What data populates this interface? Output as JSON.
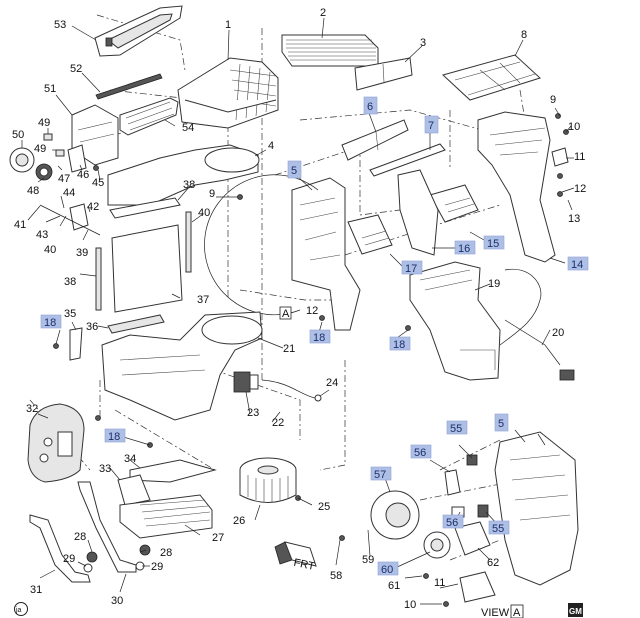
{
  "diagram": {
    "title": "HVAC module assembly exploded view",
    "highlight_color": "#aebfe6",
    "view_label": "VIEW",
    "view_ref": "A",
    "frt_label": "FRT",
    "brand_badge": "GM",
    "footer_code": "ja",
    "callouts": [
      {
        "id": "c1",
        "text": "1",
        "highlighted": false
      },
      {
        "id": "c2",
        "text": "2",
        "highlighted": false
      },
      {
        "id": "c3",
        "text": "3",
        "highlighted": false
      },
      {
        "id": "c4",
        "text": "4",
        "highlighted": false
      },
      {
        "id": "c5a",
        "text": "5",
        "highlighted": true
      },
      {
        "id": "c5b",
        "text": "5",
        "highlighted": true
      },
      {
        "id": "c6",
        "text": "6",
        "highlighted": true
      },
      {
        "id": "c7",
        "text": "7",
        "highlighted": true
      },
      {
        "id": "c8",
        "text": "8",
        "highlighted": false
      },
      {
        "id": "c9a",
        "text": "9",
        "highlighted": false
      },
      {
        "id": "c9b",
        "text": "9",
        "highlighted": false
      },
      {
        "id": "c10a",
        "text": "10",
        "highlighted": false
      },
      {
        "id": "c10b",
        "text": "10",
        "highlighted": false
      },
      {
        "id": "c11a",
        "text": "11",
        "highlighted": false
      },
      {
        "id": "c11b",
        "text": "11",
        "highlighted": false
      },
      {
        "id": "c12a",
        "text": "12",
        "highlighted": false
      },
      {
        "id": "c12b",
        "text": "12",
        "highlighted": false
      },
      {
        "id": "c13",
        "text": "13",
        "highlighted": false
      },
      {
        "id": "c14",
        "text": "14",
        "highlighted": true
      },
      {
        "id": "c15",
        "text": "15",
        "highlighted": true
      },
      {
        "id": "c16",
        "text": "16",
        "highlighted": true
      },
      {
        "id": "c17",
        "text": "17",
        "highlighted": true
      },
      {
        "id": "c18a",
        "text": "18",
        "highlighted": true
      },
      {
        "id": "c18b",
        "text": "18",
        "highlighted": true
      },
      {
        "id": "c18c",
        "text": "18",
        "highlighted": true
      },
      {
        "id": "c18d",
        "text": "18",
        "highlighted": true
      },
      {
        "id": "c19",
        "text": "19",
        "highlighted": false
      },
      {
        "id": "c20",
        "text": "20",
        "highlighted": false
      },
      {
        "id": "c21",
        "text": "21",
        "highlighted": false
      },
      {
        "id": "c22",
        "text": "22",
        "highlighted": false
      },
      {
        "id": "c23",
        "text": "23",
        "highlighted": false
      },
      {
        "id": "c24",
        "text": "24",
        "highlighted": false
      },
      {
        "id": "c25",
        "text": "25",
        "highlighted": false
      },
      {
        "id": "c26",
        "text": "26",
        "highlighted": false
      },
      {
        "id": "c27",
        "text": "27",
        "highlighted": false
      },
      {
        "id": "c28a",
        "text": "28",
        "highlighted": false
      },
      {
        "id": "c28b",
        "text": "28",
        "highlighted": false
      },
      {
        "id": "c29a",
        "text": "29",
        "highlighted": false
      },
      {
        "id": "c29b",
        "text": "29",
        "highlighted": false
      },
      {
        "id": "c30",
        "text": "30",
        "highlighted": false
      },
      {
        "id": "c31",
        "text": "31",
        "highlighted": false
      },
      {
        "id": "c32",
        "text": "32",
        "highlighted": false
      },
      {
        "id": "c33",
        "text": "33",
        "highlighted": false
      },
      {
        "id": "c34",
        "text": "34",
        "highlighted": false
      },
      {
        "id": "c35",
        "text": "35",
        "highlighted": false
      },
      {
        "id": "c36",
        "text": "36",
        "highlighted": false
      },
      {
        "id": "c37",
        "text": "37",
        "highlighted": false
      },
      {
        "id": "c38a",
        "text": "38",
        "highlighted": false
      },
      {
        "id": "c38b",
        "text": "38",
        "highlighted": false
      },
      {
        "id": "c39",
        "text": "39",
        "highlighted": false
      },
      {
        "id": "c40a",
        "text": "40",
        "highlighted": false
      },
      {
        "id": "c40b",
        "text": "40",
        "highlighted": false
      },
      {
        "id": "c41",
        "text": "41",
        "highlighted": false
      },
      {
        "id": "c42",
        "text": "42",
        "highlighted": false
      },
      {
        "id": "c43",
        "text": "43",
        "highlighted": false
      },
      {
        "id": "c44",
        "text": "44",
        "highlighted": false
      },
      {
        "id": "c45",
        "text": "45",
        "highlighted": false
      },
      {
        "id": "c46",
        "text": "46",
        "highlighted": false
      },
      {
        "id": "c47",
        "text": "47",
        "highlighted": false
      },
      {
        "id": "c48",
        "text": "48",
        "highlighted": false
      },
      {
        "id": "c49a",
        "text": "49",
        "highlighted": false
      },
      {
        "id": "c49b",
        "text": "49",
        "highlighted": false
      },
      {
        "id": "c50",
        "text": "50",
        "highlighted": false
      },
      {
        "id": "c51",
        "text": "51",
        "highlighted": false
      },
      {
        "id": "c52",
        "text": "52",
        "highlighted": false
      },
      {
        "id": "c53",
        "text": "53",
        "highlighted": false
      },
      {
        "id": "c54",
        "text": "54",
        "highlighted": false
      },
      {
        "id": "c55a",
        "text": "55",
        "highlighted": true
      },
      {
        "id": "c55b",
        "text": "55",
        "highlighted": true
      },
      {
        "id": "c56a",
        "text": "56",
        "highlighted": true
      },
      {
        "id": "c56b",
        "text": "56",
        "highlighted": true
      },
      {
        "id": "c57",
        "text": "57",
        "highlighted": true
      },
      {
        "id": "c58",
        "text": "58",
        "highlighted": false
      },
      {
        "id": "c59",
        "text": "59",
        "highlighted": false
      },
      {
        "id": "c60",
        "text": "60",
        "highlighted": true
      },
      {
        "id": "c61",
        "text": "61",
        "highlighted": false
      },
      {
        "id": "c62",
        "text": "62",
        "highlighted": false
      }
    ]
  }
}
